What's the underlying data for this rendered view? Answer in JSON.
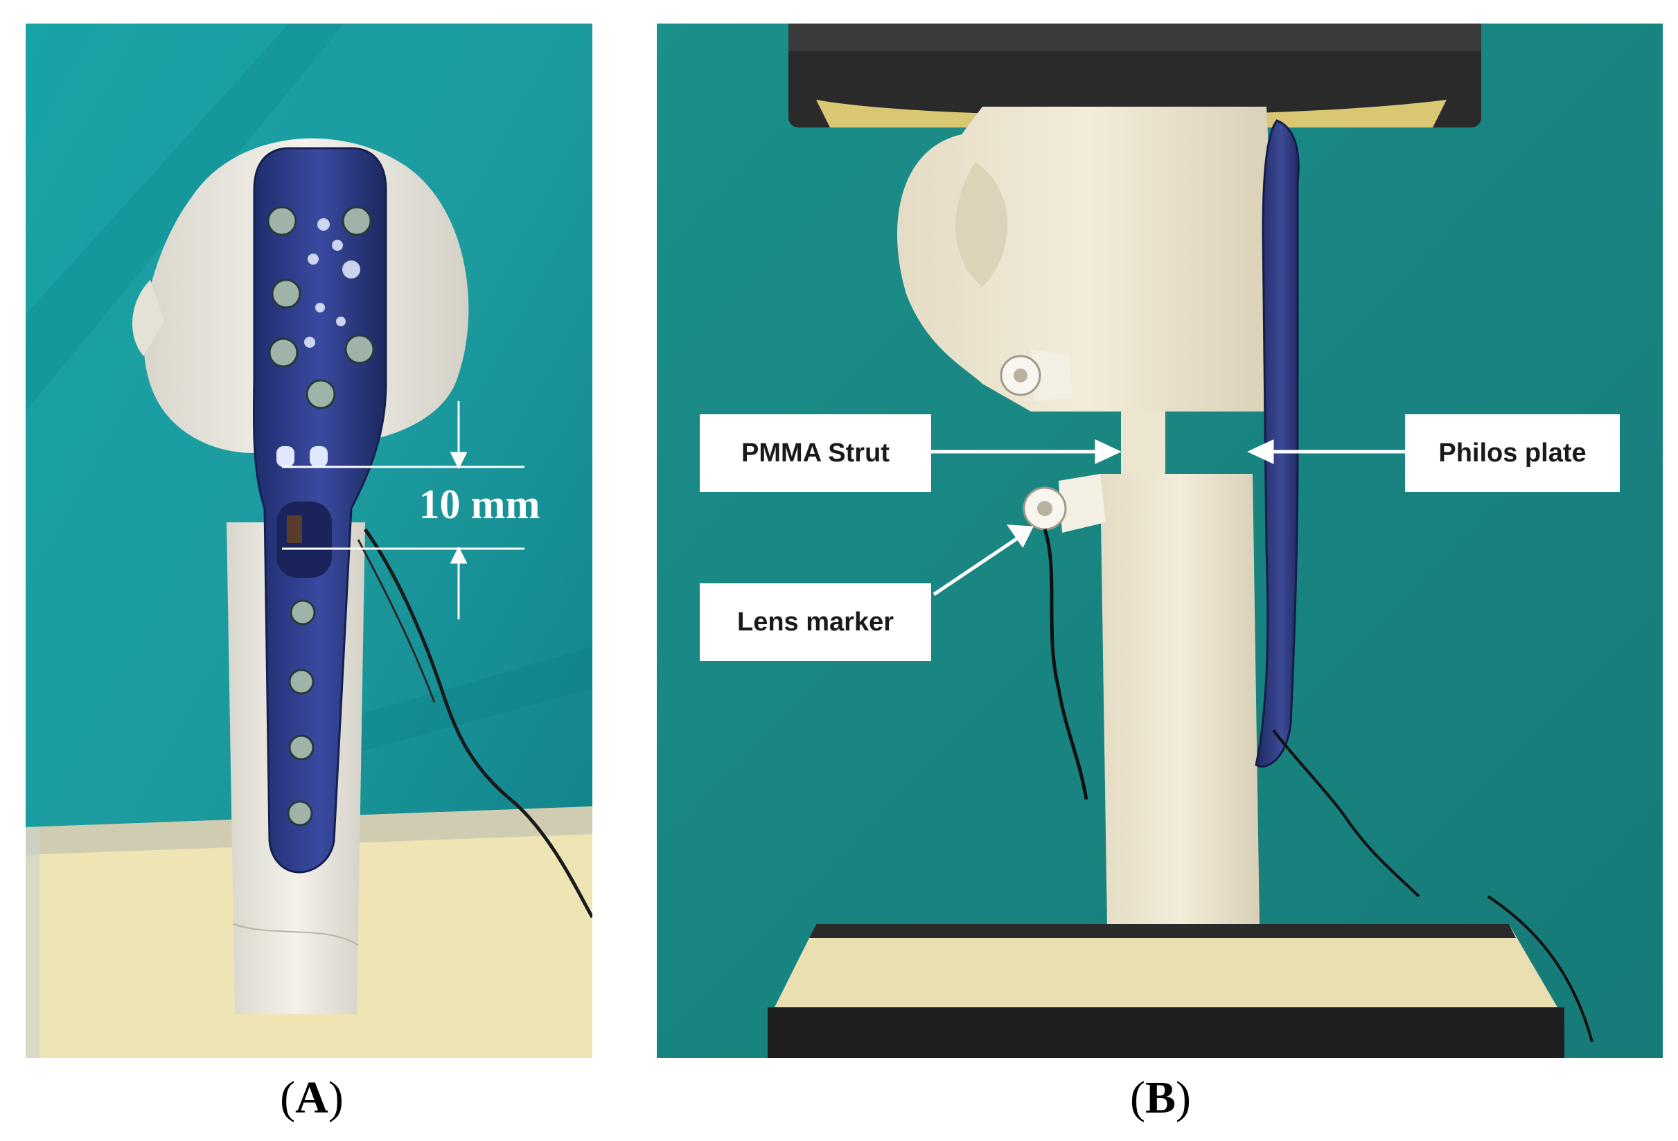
{
  "panels": [
    {
      "caption_letter": "A",
      "dimension_label": "10 mm"
    },
    {
      "caption_letter": "B",
      "labels": {
        "pmma": "PMMA Strut",
        "lens": "Lens marker",
        "philos": "Philos plate"
      }
    }
  ],
  "colors": {
    "background_teal": "#1d9a9a",
    "plate_blue": "#2f3f86",
    "bone_cream": "#eee8d2",
    "resin_yellow": "#f2e7b5"
  }
}
